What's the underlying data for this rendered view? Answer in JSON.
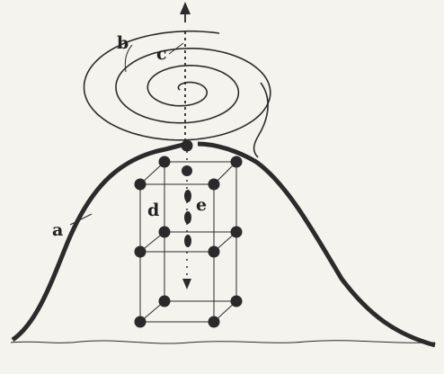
{
  "labels": {
    "a": "a",
    "b": "b",
    "c": "c",
    "d": "d",
    "e": "e"
  },
  "colors": {
    "background": "#f4f3ee",
    "ink": "#2b2b2b"
  }
}
